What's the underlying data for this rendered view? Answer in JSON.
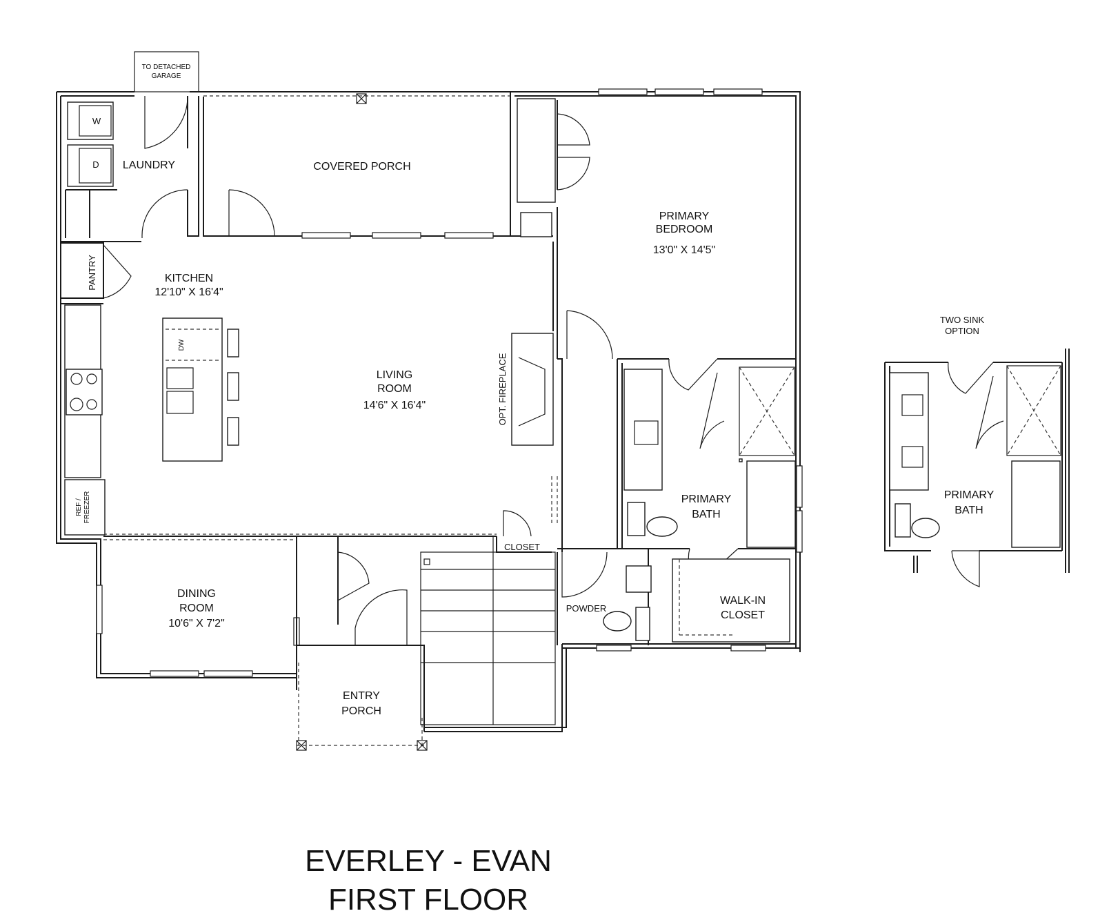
{
  "title": {
    "line1": "EVERLEY - EVAN",
    "line2": "FIRST FLOOR"
  },
  "rooms": {
    "garage_link": {
      "line1": "TO DETACHED",
      "line2": "GARAGE"
    },
    "laundry": {
      "name": "LAUNDRY",
      "washer": "W",
      "dryer": "D"
    },
    "covered_porch": {
      "name": "COVERED PORCH"
    },
    "pantry": {
      "name": "PANTRY"
    },
    "kitchen": {
      "name": "KITCHEN",
      "dims": "12'10\" X 16'4\"",
      "dishwasher": "DW",
      "fridge_line1": "REF /",
      "fridge_line2": "FREEZER"
    },
    "living": {
      "line1": "LIVING",
      "line2": "ROOM",
      "dims": "14'6\" X 16'4\""
    },
    "fireplace": {
      "name": "OPT. FIREPLACE"
    },
    "primary_bedroom": {
      "line1": "PRIMARY",
      "line2": "BEDROOM",
      "dims": "13'0\" X 14'5\""
    },
    "primary_bath": {
      "line1": "PRIMARY",
      "line2": "BATH"
    },
    "closet": {
      "name": "CLOSET"
    },
    "powder": {
      "name": "POWDER"
    },
    "walk_in_closet": {
      "line1": "WALK-IN",
      "line2": "CLOSET"
    },
    "dining": {
      "line1": "DINING",
      "line2": "ROOM",
      "dims": "10'6\" X 7'2\""
    },
    "entry_porch": {
      "line1": "ENTRY",
      "line2": "PORCH"
    }
  },
  "option": {
    "title_line1": "TWO SINK",
    "title_line2": "OPTION",
    "bath_line1": "PRIMARY",
    "bath_line2": "BATH"
  }
}
